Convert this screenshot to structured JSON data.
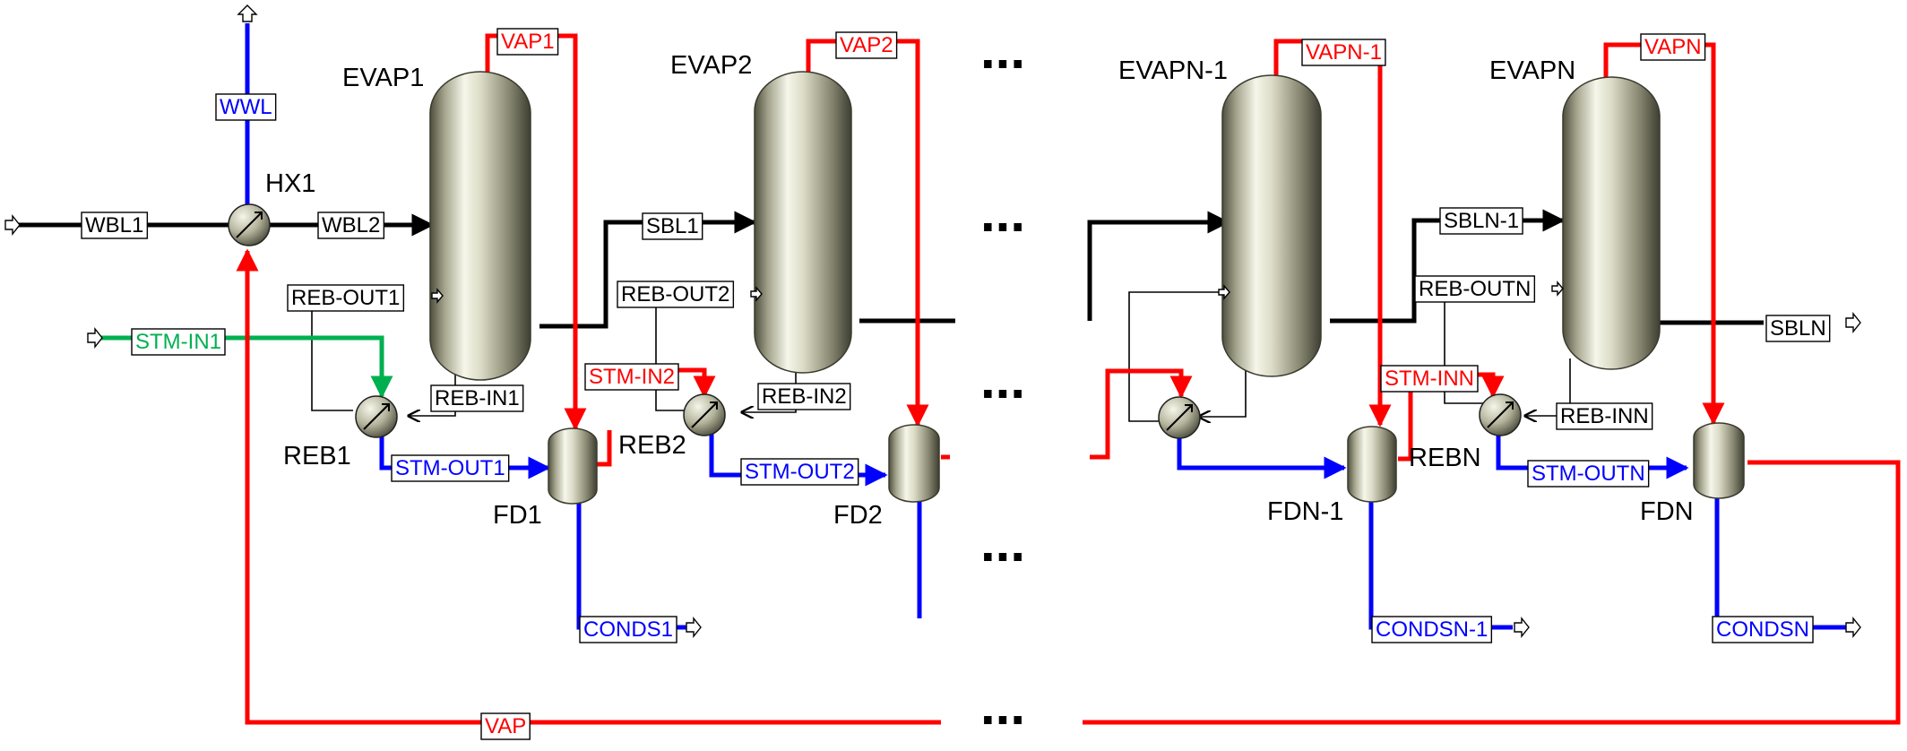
{
  "colors": {
    "process": "#000000",
    "vapor": "#ff0000",
    "water": "#0000ff",
    "steam_feed": "#00b050",
    "vessel_light": "#f4f4e6",
    "vessel_dark": "#5a5a46"
  },
  "icons": [
    "feed-arrow-icon",
    "product-arrow-icon",
    "heat-exchanger-icon",
    "evaporator-vessel-icon",
    "flash-drum-icon"
  ],
  "blocks": {
    "evap1": "EVAP1",
    "evap2": "EVAP2",
    "evapn1": "EVAPN-1",
    "evapn": "EVAPN",
    "hx1": "HX1",
    "reb1": "REB1",
    "reb2": "REB2",
    "rebn": "REBN",
    "fd1": "FD1",
    "fd2": "FD2",
    "fdn1": "FDN-1",
    "fdn": "FDN"
  },
  "streams": {
    "wbl1": "WBL1",
    "wbl2": "WBL2",
    "wwl": "WWL",
    "stm_in1": "STM-IN1",
    "reb_out1": "REB-OUT1",
    "reb_in1": "REB-IN1",
    "stm_out1": "STM-OUT1",
    "vap1": "VAP1",
    "conds1": "CONDS1",
    "sbl1": "SBL1",
    "reb_out2": "REB-OUT2",
    "stm_in2": "STM-IN2",
    "reb_in2": "REB-IN2",
    "stm_out2": "STM-OUT2",
    "vap2": "VAP2",
    "vapn1": "VAPN-1",
    "condsn1": "CONDSN-1",
    "vapn": "VAPN",
    "sbln1": "SBLN-1",
    "reb_outn": "REB-OUTN",
    "stm_inn": "STM-INN",
    "reb_inn": "REB-INN",
    "stm_outn": "STM-OUTN",
    "condsn": "CONDSN",
    "sbln": "SBLN",
    "vap": "VAP"
  },
  "ellipsis": "..."
}
